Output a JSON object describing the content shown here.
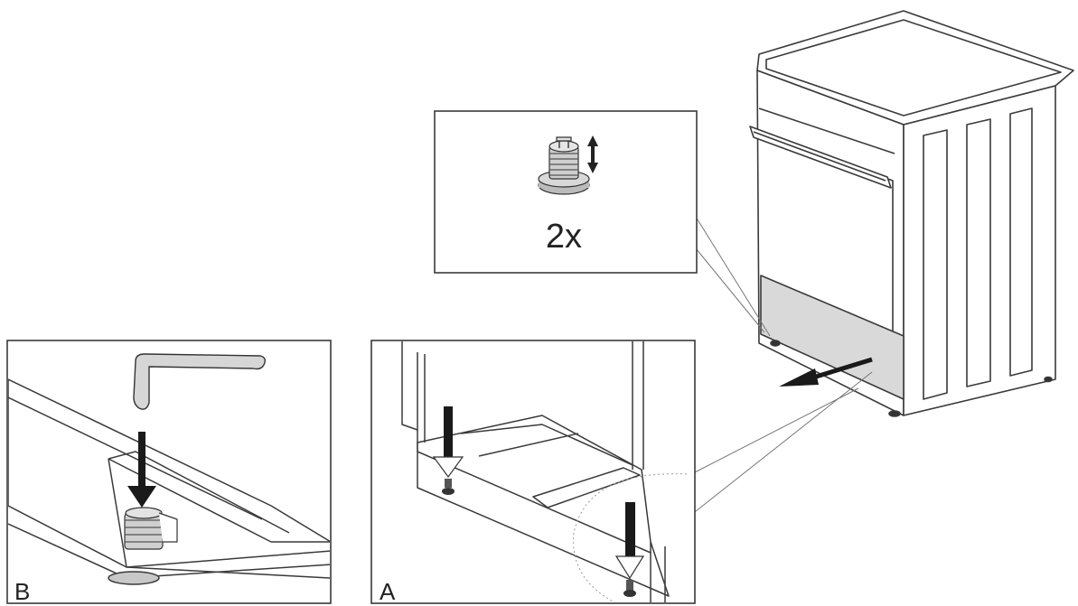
{
  "diagram": {
    "inset_feet": {
      "quantity_label": "2x",
      "icon": "adjustable-foot-icon"
    },
    "panel_b": {
      "label": "B",
      "icons": [
        "allen-key-icon",
        "down-arrow-icon",
        "adjustable-foot-icon"
      ]
    },
    "panel_a": {
      "label": "A",
      "icons": [
        "down-arrow-icon",
        "adjustable-foot-icon"
      ]
    },
    "appliance": {
      "icon": "cooker-icon",
      "highlight_color": "#d9d9d9"
    },
    "colors": {
      "line": "#3a3a3a",
      "arrow": "#1a1a1a",
      "fill_gray": "#d4d4d4",
      "background": "#ffffff"
    }
  }
}
